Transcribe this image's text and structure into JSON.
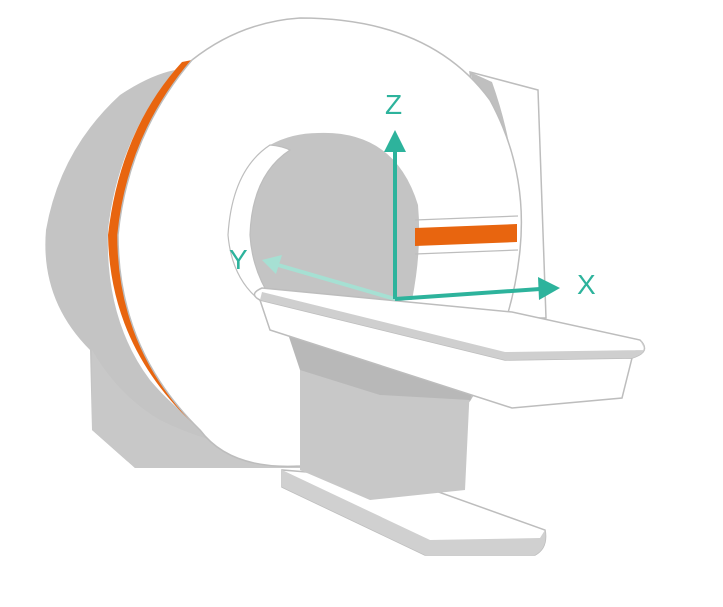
{
  "axes": {
    "z": {
      "label": "Z"
    },
    "y": {
      "label": "Y"
    },
    "x": {
      "label": "X"
    }
  },
  "colors": {
    "axis": "#2db39c",
    "axis_light": "#a6e0d3",
    "accent_stripe": "#e8650f",
    "body_dark": "#c4c4c4",
    "body_light": "#ffffff",
    "outline": "#bdbdbd"
  }
}
